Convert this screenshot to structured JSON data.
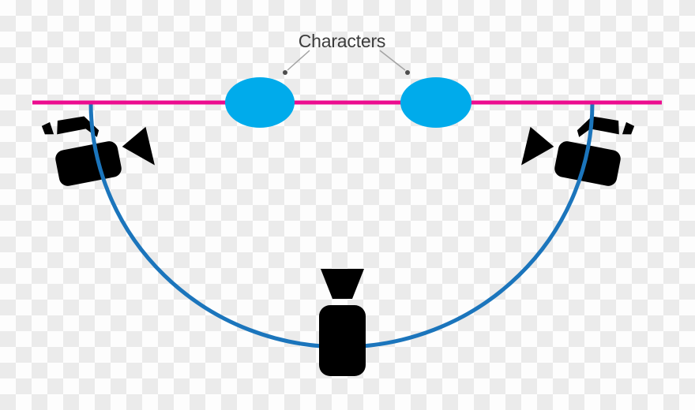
{
  "label": {
    "characters": "Characters"
  },
  "colors": {
    "checker_light": "#fdfdfd",
    "checker_dark": "#ebebeb",
    "axis_pink": "#ec0c8f",
    "character_blue": "#00abeb",
    "arc_blue": "#1b75bc",
    "camera_black": "#000000",
    "label_text": "#3b3b3b",
    "arrow_line": "#a3a3a3",
    "arrow_dot": "#4d4d4d"
  },
  "icons": {
    "camera_left": "camcorder-icon",
    "camera_right": "camcorder-icon-mirrored",
    "camera_bottom": "camera-top-view-icon",
    "character_marker": "ellipse-marker"
  }
}
